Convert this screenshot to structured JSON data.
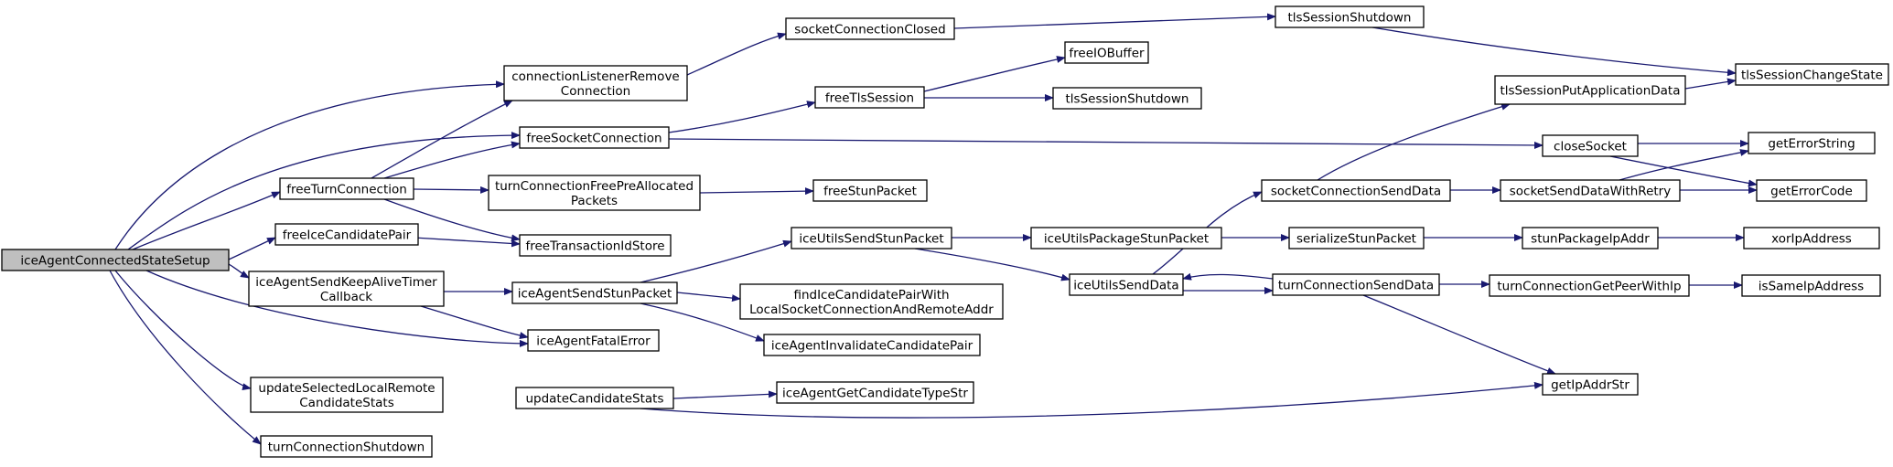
{
  "graph": {
    "edge_color": "#191970",
    "root_fill": "#bfbfbf",
    "nodes": [
      {
        "id": "root",
        "lines": [
          "iceAgentConnectedStateSetup"
        ]
      },
      {
        "id": "clrc",
        "lines": [
          "connectionListenerRemove",
          "Connection"
        ]
      },
      {
        "id": "fsc",
        "lines": [
          "freeSocketConnection"
        ]
      },
      {
        "id": "ftc",
        "lines": [
          "freeTurnConnection"
        ]
      },
      {
        "id": "ficp",
        "lines": [
          "freeIceCandidatePair"
        ]
      },
      {
        "id": "iaskat",
        "lines": [
          "iceAgentSendKeepAliveTimer",
          "Callback"
        ]
      },
      {
        "id": "usl",
        "lines": [
          "updateSelectedLocalRemote",
          "CandidateStats"
        ]
      },
      {
        "id": "tcs",
        "lines": [
          "turnConnectionShutdown"
        ]
      },
      {
        "id": "sccl",
        "lines": [
          "socketConnectionClosed"
        ]
      },
      {
        "id": "tss1",
        "lines": [
          "tlsSessionShutdown"
        ]
      },
      {
        "id": "tscs",
        "lines": [
          "tlsSessionChangeState"
        ]
      },
      {
        "id": "fts",
        "lines": [
          "freeTlsSession"
        ]
      },
      {
        "id": "fiob",
        "lines": [
          "freeIOBuffer"
        ]
      },
      {
        "id": "tss2",
        "lines": [
          "tlsSessionShutdown"
        ]
      },
      {
        "id": "tcfp",
        "lines": [
          "turnConnectionFreePreAllocated",
          "Packets"
        ]
      },
      {
        "id": "fsp",
        "lines": [
          "freeStunPacket"
        ]
      },
      {
        "id": "ftis",
        "lines": [
          "freeTransactionIdStore"
        ]
      },
      {
        "id": "iassp",
        "lines": [
          "iceAgentSendStunPacket"
        ]
      },
      {
        "id": "iafe",
        "lines": [
          "iceAgentFatalError"
        ]
      },
      {
        "id": "uss",
        "lines": [
          "iceUtilsSendStunPacket"
        ]
      },
      {
        "id": "ficpw",
        "lines": [
          "findIceCandidatePairWith",
          "LocalSocketConnectionAndRemoteAddr"
        ]
      },
      {
        "id": "iaicp",
        "lines": [
          "iceAgentInvalidateCandidatePair"
        ]
      },
      {
        "id": "ucs",
        "lines": [
          "updateCandidateStats"
        ]
      },
      {
        "id": "iagct",
        "lines": [
          "iceAgentGetCandidateTypeStr"
        ]
      },
      {
        "id": "iupsp",
        "lines": [
          "iceUtilsPackageStunPacket"
        ]
      },
      {
        "id": "iusd",
        "lines": [
          "iceUtilsSendData"
        ]
      },
      {
        "id": "ssp",
        "lines": [
          "serializeStunPacket"
        ]
      },
      {
        "id": "spia",
        "lines": [
          "stunPackageIpAddr"
        ]
      },
      {
        "id": "xia",
        "lines": [
          "xorIpAddress"
        ]
      },
      {
        "id": "scsd",
        "lines": [
          "socketConnectionSendData"
        ]
      },
      {
        "id": "tspad",
        "lines": [
          "tlsSessionPutApplicationData"
        ]
      },
      {
        "id": "ssdwr",
        "lines": [
          "socketSendDataWithRetry"
        ]
      },
      {
        "id": "cs",
        "lines": [
          "closeSocket"
        ]
      },
      {
        "id": "ges",
        "lines": [
          "getErrorString"
        ]
      },
      {
        "id": "gec",
        "lines": [
          "getErrorCode"
        ]
      },
      {
        "id": "tcsd",
        "lines": [
          "turnConnectionSendData"
        ]
      },
      {
        "id": "tcgp",
        "lines": [
          "turnConnectionGetPeerWithIp"
        ]
      },
      {
        "id": "isia",
        "lines": [
          "isSameIpAddress"
        ]
      },
      {
        "id": "gias",
        "lines": [
          "getIpAddrStr"
        ]
      }
    ]
  }
}
